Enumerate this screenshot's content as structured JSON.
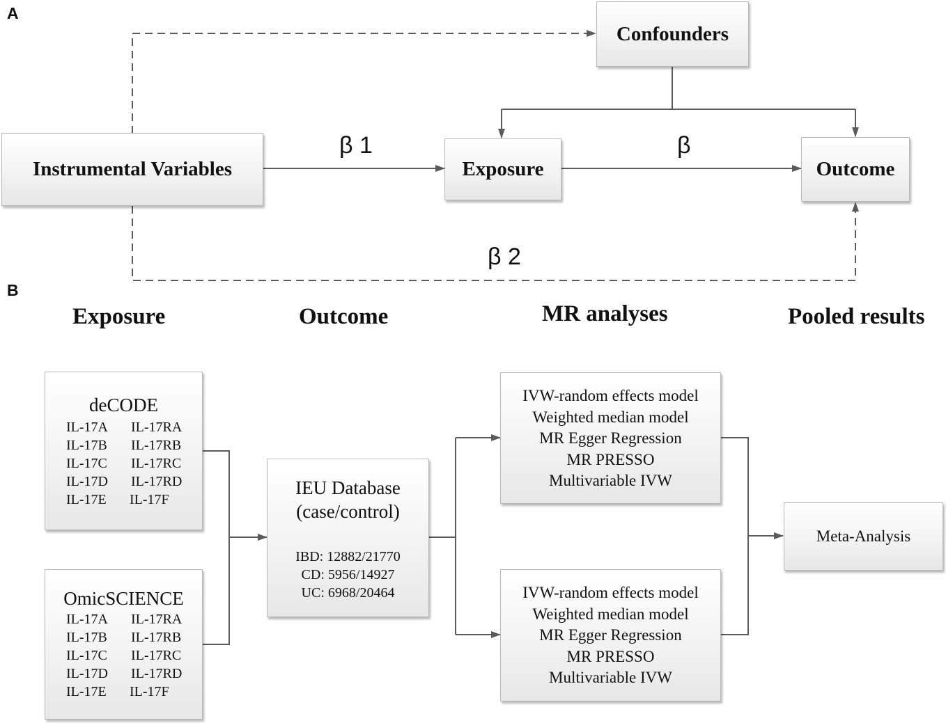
{
  "panel_a": {
    "label": "A",
    "confounders": "Confounders",
    "instrumental_variables": "Instrumental Variables",
    "exposure": "Exposure",
    "outcome": "Outcome",
    "beta_1": "β 1",
    "beta": "β",
    "beta_2": "β 2"
  },
  "panel_b": {
    "label": "B",
    "headers": {
      "exposure": "Exposure",
      "outcome": "Outcome",
      "mr_analyses": "MR analyses",
      "pooled_results": "Pooled results"
    },
    "decode": {
      "title": "deCODE",
      "left": [
        "IL-17A",
        "IL-17B",
        "IL-17C",
        "IL-17D",
        "IL-17E"
      ],
      "right": [
        "IL-17RA",
        "IL-17RB",
        "IL-17RC",
        "IL-17RD",
        "IL-17F"
      ]
    },
    "omicscience": {
      "title": "OmicSCIENCE",
      "left": [
        "IL-17A",
        "IL-17B",
        "IL-17C",
        "IL-17D",
        "IL-17E"
      ],
      "right": [
        "IL-17RA",
        "IL-17RB",
        "IL-17RC",
        "IL-17RD",
        "IL-17F"
      ]
    },
    "ieu": {
      "title_line1": "IEU Database",
      "title_line2": "(case/control)",
      "stats": [
        "IBD: 12882/21770",
        "CD: 5956/14927",
        "UC: 6968/20464"
      ]
    },
    "mr_methods_top": [
      "IVW-random effects model",
      "Weighted median model",
      "MR Egger Regression",
      "MR PRESSO",
      "Multivariable IVW"
    ],
    "mr_methods_bottom": [
      "IVW-random effects model",
      "Weighted median model",
      "MR Egger Regression",
      "MR PRESSO",
      "Multivariable IVW"
    ],
    "meta_analysis": "Meta-Analysis"
  },
  "colors": {
    "line": "#5a5a5a",
    "box_border": "#b9b9b9"
  }
}
